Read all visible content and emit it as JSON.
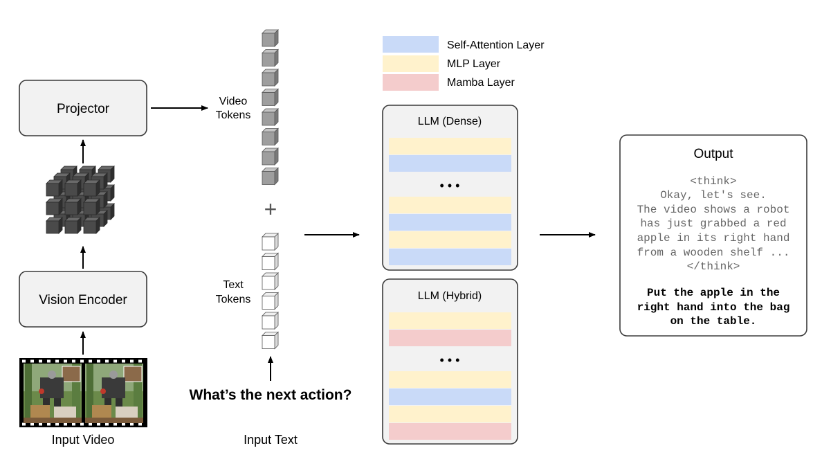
{
  "pipeline": {
    "projector_label": "Projector",
    "vision_encoder_label": "Vision Encoder",
    "input_video_label": "Input Video",
    "input_text_label": "Input Text",
    "video_tokens_label": [
      "Video",
      "Tokens"
    ],
    "text_tokens_label": [
      "Text",
      "Tokens"
    ],
    "plus_symbol": "+",
    "question": "What’s the next action?"
  },
  "legend": {
    "items": [
      {
        "label": "Self-Attention Layer",
        "color": "#c9daf8"
      },
      {
        "label": "MLP Layer",
        "color": "#fff2cc"
      },
      {
        "label": "Mamba Layer",
        "color": "#f4cccc"
      }
    ]
  },
  "llm_dense": {
    "title": "LLM (Dense)",
    "ellipsis": "• • •",
    "top_layers": [
      "MLP Layer",
      "Self-Attention Layer"
    ],
    "bottom_layers": [
      "MLP Layer",
      "Self-Attention Layer",
      "MLP Layer",
      "Self-Attention Layer"
    ]
  },
  "llm_hybrid": {
    "title": "LLM (Hybrid)",
    "ellipsis": "• • •",
    "top_layers": [
      "MLP Layer",
      "Mamba Layer"
    ],
    "bottom_layers": [
      "MLP Layer",
      "Self-Attention Layer",
      "MLP Layer",
      "Mamba Layer"
    ]
  },
  "output": {
    "title": "Output",
    "think_lines": [
      "<think>",
      "Okay, let's see.",
      "The video shows a robot",
      "has just grabbed a red",
      "apple in its right hand",
      "from a wooden shelf ...",
      "</think>"
    ],
    "answer_lines": [
      "Put the apple in the",
      "right hand into the bag",
      "on the table."
    ]
  },
  "tokens": {
    "video_count": 8,
    "text_count": 6
  },
  "colors": {
    "box_fill": "#f2f2f2",
    "box_stroke": "#3a3a3a",
    "video_token": "#9e9e9e",
    "text_token": "#ffffff",
    "think_text": "#666666"
  }
}
